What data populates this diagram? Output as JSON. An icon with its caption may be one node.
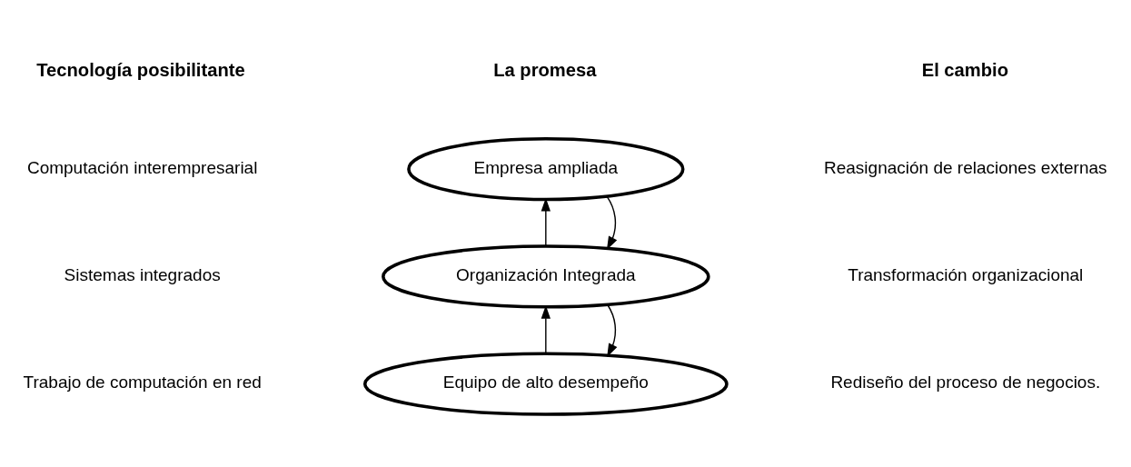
{
  "diagram": {
    "nodes": [
      {
        "text": [
          "Empresa ampliada"
        ]
      },
      {
        "text": [
          "Organización Integrada"
        ]
      },
      {
        "text": [
          "Equipo de alto desempeño"
        ]
      }
    ],
    "edges": [
      {
        "from": 2,
        "to": 1,
        "arrow": "to"
      },
      {
        "from": 1,
        "to": 2,
        "arrow": "to"
      },
      {
        "from": 1,
        "to": 0,
        "arrow": "to"
      },
      {
        "from": 0,
        "to": 1,
        "arrow": "to"
      }
    ],
    "labels": [
      "Tecnología posibilitante",
      "La promesa",
      "El cambio",
      "Computación interempresarial",
      "Reasignación de relaciones externas",
      "Sistemas integrados",
      "Transformación organizacional",
      "Trabajo de computación en red",
      "Rediseño del proceso de negocios."
    ]
  }
}
